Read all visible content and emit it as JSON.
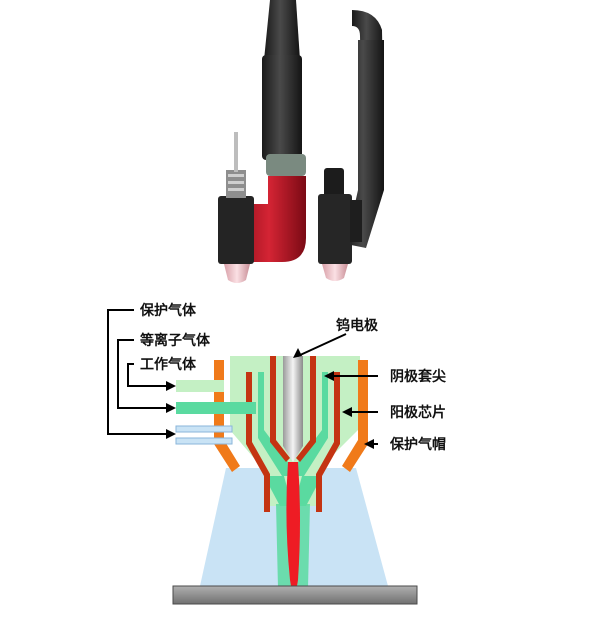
{
  "labels": {
    "shield_gas": "保护气体",
    "plasma_gas": "等离子气体",
    "working_gas": "工作气体",
    "tungsten_electrode": "钨电极",
    "cathode_tip": "阴极套尖",
    "anode_chip": "阳极芯片",
    "shield_cap": "保护气帽"
  },
  "colors": {
    "torch_red": "#c41a2a",
    "body_black": "#2b2b2b",
    "ceramic_pink": "#f0c4c4",
    "outer_orange": "#f07a1a",
    "inner_red": "#c43412",
    "light_green": "#c4f0c4",
    "plasma_green": "#5adaa0",
    "shield_blue": "#c9e3f5",
    "arc_red": "#ee1c24",
    "workpiece": "#909090"
  }
}
